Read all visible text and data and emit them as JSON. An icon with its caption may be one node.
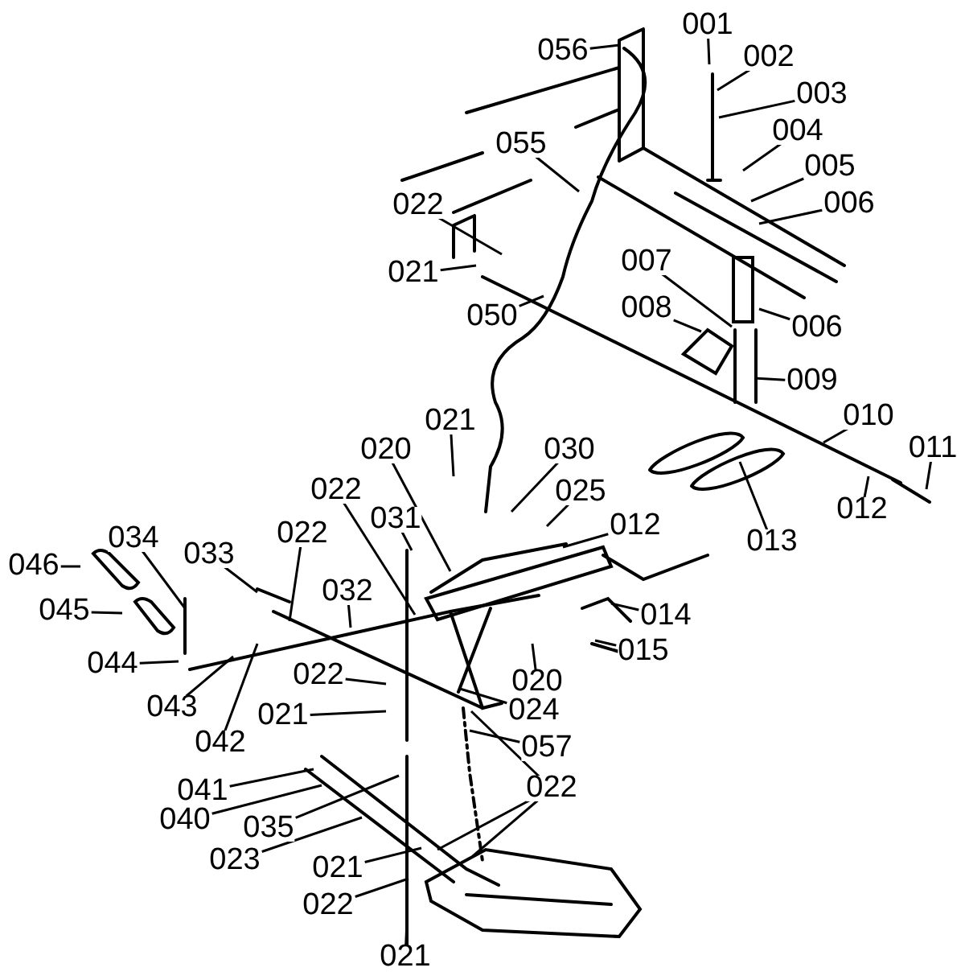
{
  "diagram": {
    "nodes": [
      {
        "text": [
          "056"
        ]
      },
      {
        "text": [
          "001"
        ]
      },
      {
        "text": [
          "002"
        ]
      },
      {
        "text": [
          "003"
        ]
      },
      {
        "text": [
          "004"
        ]
      },
      {
        "text": [
          "005"
        ]
      },
      {
        "text": [
          "006"
        ]
      },
      {
        "text": [
          "055"
        ]
      },
      {
        "text": [
          "022"
        ]
      },
      {
        "text": [
          "021"
        ]
      },
      {
        "text": [
          "050"
        ]
      },
      {
        "text": [
          "007"
        ]
      },
      {
        "text": [
          "008"
        ]
      },
      {
        "text": [
          "006"
        ]
      },
      {
        "text": [
          "009"
        ]
      },
      {
        "text": [
          "021"
        ]
      },
      {
        "text": [
          "020"
        ]
      },
      {
        "text": [
          "030"
        ]
      },
      {
        "text": [
          "025"
        ]
      },
      {
        "text": [
          "012"
        ]
      },
      {
        "text": [
          "010"
        ]
      },
      {
        "text": [
          "011"
        ]
      },
      {
        "text": [
          "012"
        ]
      },
      {
        "text": [
          "013"
        ]
      },
      {
        "text": [
          "034"
        ]
      },
      {
        "text": [
          "033"
        ]
      },
      {
        "text": [
          "022"
        ]
      },
      {
        "text": [
          "031"
        ]
      },
      {
        "text": [
          "022"
        ]
      },
      {
        "text": [
          "046"
        ]
      },
      {
        "text": [
          "032"
        ]
      },
      {
        "text": [
          "045"
        ]
      },
      {
        "text": [
          "014"
        ]
      },
      {
        "text": [
          "015"
        ]
      },
      {
        "text": [
          "020"
        ]
      },
      {
        "text": [
          "044"
        ]
      },
      {
        "text": [
          "043"
        ]
      },
      {
        "text": [
          "042"
        ]
      },
      {
        "text": [
          "022"
        ]
      },
      {
        "text": [
          "021"
        ]
      },
      {
        "text": [
          "024"
        ]
      },
      {
        "text": [
          "057"
        ]
      },
      {
        "text": [
          "041"
        ]
      },
      {
        "text": [
          "040"
        ]
      },
      {
        "text": [
          "035"
        ]
      },
      {
        "text": [
          "023"
        ]
      },
      {
        "text": [
          "022"
        ]
      },
      {
        "text": [
          "021"
        ]
      },
      {
        "text": [
          "022"
        ]
      },
      {
        "text": [
          "021"
        ]
      }
    ],
    "edges": [
      {
        "from": 0,
        "to": null,
        "arrow": "none"
      },
      {
        "from": 1,
        "to": null,
        "arrow": "none"
      },
      {
        "from": 2,
        "to": null,
        "arrow": "none"
      },
      {
        "from": 3,
        "to": null,
        "arrow": "none"
      },
      {
        "from": 4,
        "to": null,
        "arrow": "none"
      },
      {
        "from": 5,
        "to": null,
        "arrow": "none"
      },
      {
        "from": 6,
        "to": null,
        "arrow": "none"
      },
      {
        "from": 7,
        "to": null,
        "arrow": "none"
      },
      {
        "from": 8,
        "to": null,
        "arrow": "none"
      },
      {
        "from": 9,
        "to": null,
        "arrow": "none"
      },
      {
        "from": 10,
        "to": null,
        "arrow": "none"
      },
      {
        "from": 11,
        "to": null,
        "arrow": "none"
      },
      {
        "from": 12,
        "to": null,
        "arrow": "none"
      },
      {
        "from": 13,
        "to": null,
        "arrow": "none"
      },
      {
        "from": 14,
        "to": null,
        "arrow": "none"
      },
      {
        "from": 15,
        "to": null,
        "arrow": "none"
      },
      {
        "from": 16,
        "to": null,
        "arrow": "none"
      },
      {
        "from": 17,
        "to": null,
        "arrow": "none"
      },
      {
        "from": 18,
        "to": null,
        "arrow": "none"
      },
      {
        "from": 19,
        "to": null,
        "arrow": "none"
      },
      {
        "from": 20,
        "to": null,
        "arrow": "none"
      },
      {
        "from": 21,
        "to": null,
        "arrow": "none"
      },
      {
        "from": 22,
        "to": null,
        "arrow": "none"
      },
      {
        "from": 23,
        "to": null,
        "arrow": "none"
      },
      {
        "from": 24,
        "to": null,
        "arrow": "none"
      },
      {
        "from": 25,
        "to": null,
        "arrow": "none"
      },
      {
        "from": 26,
        "to": null,
        "arrow": "none"
      },
      {
        "from": 27,
        "to": null,
        "arrow": "none"
      },
      {
        "from": 28,
        "to": null,
        "arrow": "none"
      },
      {
        "from": 29,
        "to": null,
        "arrow": "none"
      },
      {
        "from": 30,
        "to": null,
        "arrow": "none"
      },
      {
        "from": 31,
        "to": null,
        "arrow": "none"
      },
      {
        "from": 32,
        "to": null,
        "arrow": "none"
      },
      {
        "from": 33,
        "to": null,
        "arrow": "none"
      },
      {
        "from": 34,
        "to": null,
        "arrow": "none"
      },
      {
        "from": 35,
        "to": null,
        "arrow": "none"
      },
      {
        "from": 36,
        "to": null,
        "arrow": "none"
      },
      {
        "from": 37,
        "to": null,
        "arrow": "none"
      },
      {
        "from": 38,
        "to": null,
        "arrow": "none"
      },
      {
        "from": 39,
        "to": null,
        "arrow": "none"
      },
      {
        "from": 40,
        "to": null,
        "arrow": "none"
      },
      {
        "from": 41,
        "to": null,
        "arrow": "none"
      },
      {
        "from": 42,
        "to": null,
        "arrow": "none"
      },
      {
        "from": 43,
        "to": null,
        "arrow": "none"
      },
      {
        "from": 44,
        "to": null,
        "arrow": "none"
      },
      {
        "from": 45,
        "to": null,
        "arrow": "none"
      },
      {
        "from": 46,
        "to": null,
        "arrow": "none"
      },
      {
        "from": 46,
        "to": null,
        "arrow": "none"
      },
      {
        "from": 46,
        "to": null,
        "arrow": "none"
      },
      {
        "from": 47,
        "to": null,
        "arrow": "none"
      },
      {
        "from": 48,
        "to": null,
        "arrow": "none"
      },
      {
        "from": 49,
        "to": null,
        "arrow": "none"
      }
    ]
  }
}
